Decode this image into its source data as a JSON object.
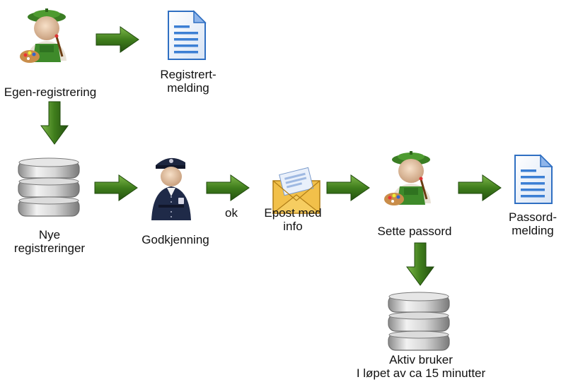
{
  "labels": {
    "self_registration": "Egen-registrering",
    "registered_msg_line1": "Registrert-",
    "registered_msg_line2": "melding",
    "new_registrations_line1": "Nye",
    "new_registrations_line2": "registreringer",
    "approval": "Godkjenning",
    "ok": "ok",
    "email_line1": "Epost med",
    "email_line2": "info",
    "set_password": "Sette passord",
    "password_msg_line1": "Passord-",
    "password_msg_line2": "melding",
    "active_user_line1": "Aktiv bruker",
    "active_user_line2": "I løpet av ca 15 minutter"
  },
  "colors": {
    "arrow": "#3f7d1c",
    "artist_apron": "#3e8a2a",
    "artist_beret": "#3a7d23",
    "database": "#c9c9c9",
    "document": "#3c7fd4",
    "envelope": "#f2c04a",
    "police_uniform": "#1f2a48"
  },
  "icons": {
    "artist": "artist-icon",
    "document": "document-icon",
    "database": "database-icon",
    "police": "police-officer-icon",
    "envelope": "envelope-icon",
    "arrow": "green-arrow-icon"
  }
}
